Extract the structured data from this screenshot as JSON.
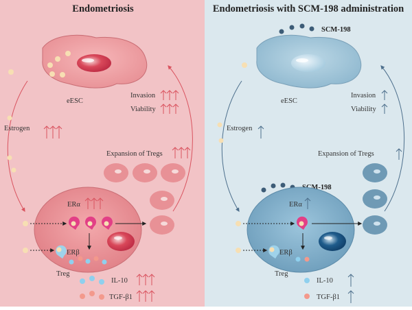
{
  "left_panel": {
    "title": "Endometriosis",
    "cell_label": "eESC",
    "invasion": "Invasion",
    "viability": "Viability",
    "estrogen": "Estrogen",
    "expansion": "Expansion of Tregs",
    "er_alpha": "ERα",
    "er_beta": "ERβ",
    "treg": "Treg",
    "il10": "IL-10",
    "tgf": "TGF-β1"
  },
  "right_panel": {
    "title": "Endometriosis with SCM-198 administration",
    "drug_top": "SCM-198",
    "cell_label": "eESC",
    "invasion": "Invasion",
    "viability": "Viability",
    "estrogen": "Estrogen",
    "expansion": "Expansion of Tregs",
    "drug_mid": "SCM-198",
    "er_alpha": "ERα",
    "er_beta": "ERβ",
    "treg": "Treg",
    "il10": "IL-10",
    "tgf": "TGF-β1"
  },
  "colors": {
    "left_bg": "#f2c3c6",
    "right_bg": "#dbe8ee",
    "left_arrow": "#d9535f",
    "right_arrow": "#4d6f8c",
    "estrogen_dot": "#f7dfb3",
    "il10_dot": "#8fd0ee",
    "tgf_dot": "#f3998c",
    "receptor": "#e23f86"
  }
}
